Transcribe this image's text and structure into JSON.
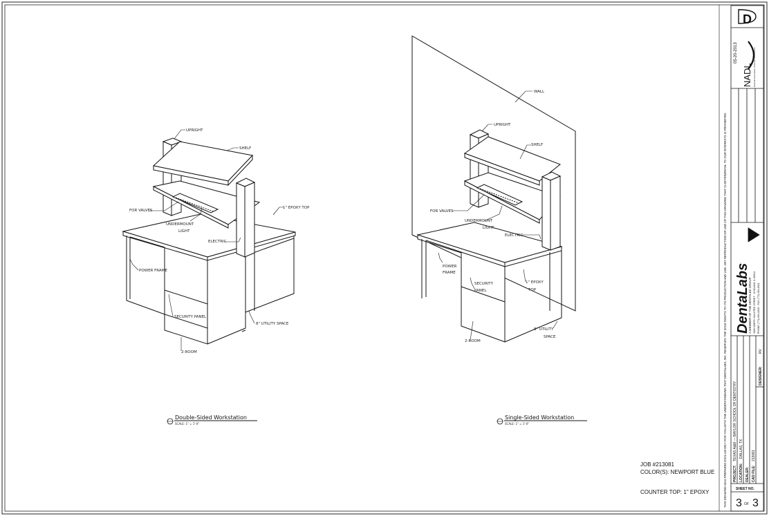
{
  "drawings": {
    "left": {
      "title": "Double-Sided Workstation",
      "scale": "SCALE: 1\" = 1'-0\"",
      "labels": {
        "upright": "UPRIGHT",
        "shelf": "SHELF",
        "epoxy_top": "1\" EPOXY TOP",
        "for_valves": "FOR VALVES",
        "undermount_light_1": "UNDERMOUNT",
        "undermount_light_2": "LIGHT",
        "electric": "ELECTRIC",
        "power_frame": "POWER FRAME",
        "security_panel": "SECURITY PANEL",
        "utility_space": "8\" UTILITY SPACE",
        "drawer": "2-ROOM"
      }
    },
    "right": {
      "title": "Single-Sided Workstation",
      "scale": "SCALE: 1\" = 1'-0\"",
      "labels": {
        "wall": "WALL",
        "upright": "UPRIGHT",
        "shelf": "SHELF",
        "for_valves": "FOR VALVES",
        "undermount_1": "UNDERMOUNT",
        "undermount_2": "LIGHT",
        "electric": "ELECTRIC",
        "power_frame_1": "POWER",
        "power_frame_2": "FRAME",
        "security_1": "SECURITY",
        "security_2": "PANEL",
        "epoxy_1": "1\" EPOXY",
        "epoxy_2": "TOP",
        "utility_1": "8\" UTILITY",
        "utility_2": "SPACE",
        "drawer": "2-ROOM"
      }
    }
  },
  "notes": {
    "job": "JOB #213081",
    "color": "COLOR(S): NEWPORT BLUE",
    "counter": "COUNTER TOP: 1\" EPOXY"
  },
  "title_block": {
    "sheet_letter": "D",
    "date": "05-20-2013",
    "nadl": "NADL",
    "nadl_sub": "National Association of Dental Laboratories",
    "brand": "DentaLabs",
    "brand_sub": "A MEMBER OF THE DENTALEZ GROUP",
    "brand_addr": "1500 NORTH HALSTED STREET · CHICAGO, IL 60642",
    "brand_phone": "PHONE (773) 654-8200 · FAX (773) 654-8311",
    "project_label": "PROJECT:",
    "project": "TEXAS A&M — BAYLOR SCHOOL OF DENTISTRY",
    "location_label": "LOCATION:",
    "location": "DALLAS, TX",
    "dealer_label": "DEALER:",
    "dealer": "",
    "cad_label": "CAD FILE:",
    "cad": "213081",
    "designer_label": "DESIGNER:",
    "designer": "RV",
    "sheet_no_label": "SHEET NO.",
    "sheet_no": "3",
    "sheet_of": "OF",
    "sheet_total": "3",
    "disclaimer": "THIS DRAWING WAS PREPARED EXCLUSIVELY FOR YOU WITH THE UNDERSTANDING THAT DENTALABS, INC. RESERVES THE SOLE RIGHTS TO ITS PRODUCTION AND USE. ANY REPRODUCTION OR USE OF THIS DRAWING THAT IS DETRIMENTAL TO OUR INTERESTS IS PROHIBITED."
  }
}
